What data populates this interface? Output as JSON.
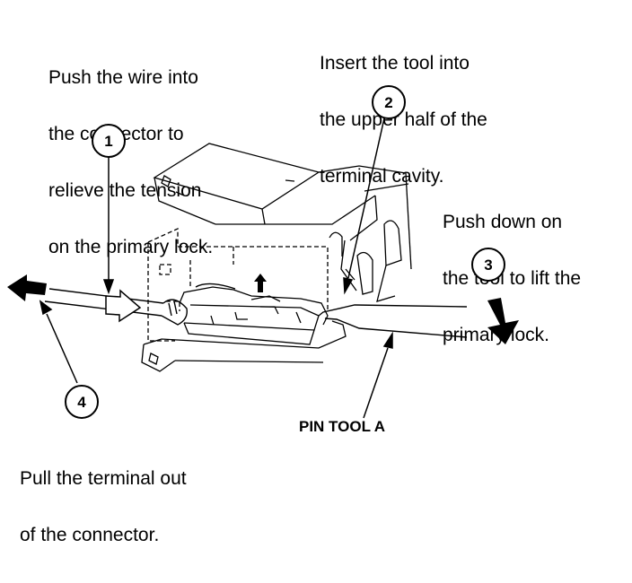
{
  "notes": {
    "step1": [
      "Push the wire into",
      "the connector to",
      "relieve the tension",
      "on the primary lock."
    ],
    "step2": [
      "Insert the tool into",
      "the upper half of the",
      "terminal cavity."
    ],
    "step3": [
      "Push down on",
      "the tool to lift the",
      "primary lock."
    ],
    "step4": [
      "Pull the terminal out",
      "of the connector."
    ]
  },
  "callouts": [
    "1",
    "2",
    "3",
    "4"
  ],
  "tool_label": "PIN TOOL A"
}
